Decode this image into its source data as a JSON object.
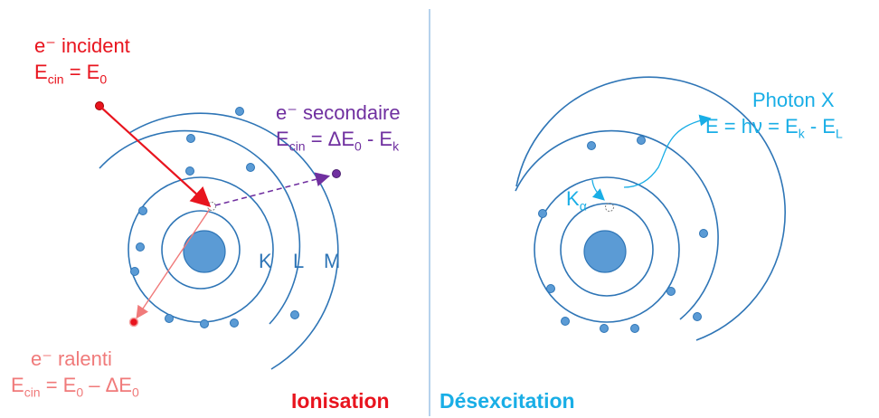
{
  "ionisation": {
    "incident": {
      "line1": "e⁻ incident",
      "line2": "E",
      "sub2": "cin",
      "rest2": " = E",
      "sub3": "0"
    },
    "secondaire": {
      "line1": "e⁻ secondaire",
      "a": "E",
      "sub_a": "cin",
      "b": " = ΔE",
      "sub_b": "0",
      "c": " - E",
      "sub_c": "k"
    },
    "ralenti": {
      "line1": "e⁻ ralenti",
      "a": "E",
      "sub_a": "cin",
      "b": " = E",
      "sub_b": "0",
      "c": " – ΔE",
      "sub_c": "0"
    },
    "shells": {
      "k": "K",
      "l": "L",
      "m": "M"
    },
    "title": "Ionisation"
  },
  "desexcitation": {
    "photon": {
      "line1": "Photon X",
      "a": "E = hν = E",
      "sub_a": "k",
      "b": " - E",
      "sub_b": "L"
    },
    "k_alpha": {
      "main": "K",
      "sub": "α"
    },
    "title": "Désexcitation"
  },
  "colors": {
    "red": "#e8141e",
    "pink": "#f07a7a",
    "purple": "#7030a0",
    "cyan": "#19aee6",
    "shell": "#2e75b6",
    "nucleus": "#5b9bd5",
    "divider": "#9dc3e6"
  }
}
